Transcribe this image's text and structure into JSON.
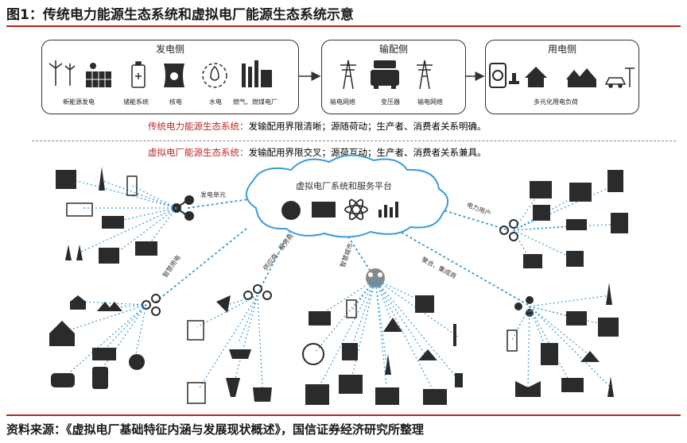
{
  "title": "图1：传统电力能源生态系统和虚拟电厂能源生态系统示意",
  "source": "资料来源：《虚拟电厂基础特征内涵与发展现状概述》，国信证券经济研究所整理",
  "traditional": {
    "panels": {
      "generation": {
        "title": "发电侧",
        "items": [
          "新能源发电",
          "储能系统",
          "核电",
          "水电",
          "燃气、燃煤电厂"
        ]
      },
      "transmission": {
        "title": "输配侧",
        "items": [
          "输电网络",
          "变压器",
          "输电网络"
        ]
      },
      "consumption": {
        "title": "用电侧",
        "items": [
          "多元化用电负荷"
        ]
      }
    },
    "caption_prefix": "传统电力能源生态系统：",
    "caption_body": "发输配用界限清晰；源随荷动；生产者、消费者关系明确。"
  },
  "virtual": {
    "caption_prefix": "虚拟电厂能源生态系统：",
    "caption_body": "发输配用界限交叉；源荷互动；生产者、消费者关系兼具。",
    "platform": "虚拟电厂系统和服务平台",
    "labels": {
      "generation_unit": "发电单元",
      "power_user": "电力用户",
      "smart_power": "智慧用电",
      "suppliers": "供应商、服务商",
      "smart_city": "智慧城市",
      "aggregator": "聚合、集成商"
    }
  },
  "colors": {
    "accent_red": "#c0282a",
    "rule_red": "#b9231e",
    "network_blue": "#3a9ad9",
    "icon_dark": "#2b2b2b"
  }
}
